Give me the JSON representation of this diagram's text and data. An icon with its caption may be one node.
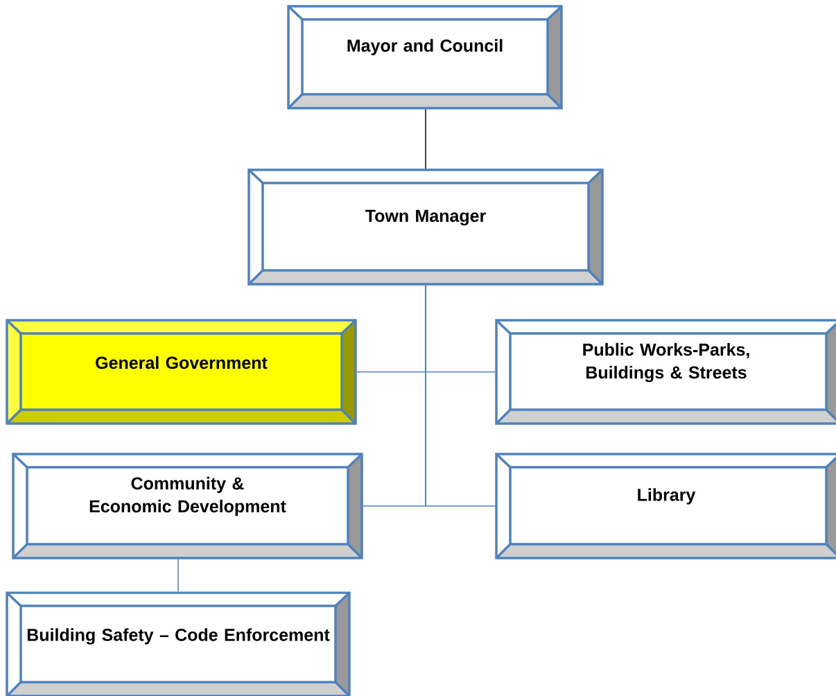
{
  "diagram": {
    "nodes": [
      {
        "text": [
          "Mayor and Council"
        ]
      },
      {
        "text": [
          "Town Manager"
        ]
      },
      {
        "text": [
          "General Government"
        ]
      },
      {
        "text": [
          "Public Works-Parks, Buildings & Streets"
        ]
      },
      {
        "text": [
          "Community & Economic Development"
        ]
      },
      {
        "text": [
          "Library"
        ]
      },
      {
        "text": [
          "Building Safety – Code Enforcement"
        ]
      }
    ],
    "edges": [
      {
        "from": 0,
        "to": 1,
        "arrow": "none",
        "color": "#000000"
      },
      {
        "from": 1,
        "to": 2,
        "arrow": "none"
      },
      {
        "from": 1,
        "to": 3,
        "arrow": "none"
      },
      {
        "from": 1,
        "to": 4,
        "arrow": "none"
      },
      {
        "from": 1,
        "to": 5,
        "arrow": "none"
      },
      {
        "from": 4,
        "to": 6,
        "arrow": "none"
      }
    ]
  }
}
